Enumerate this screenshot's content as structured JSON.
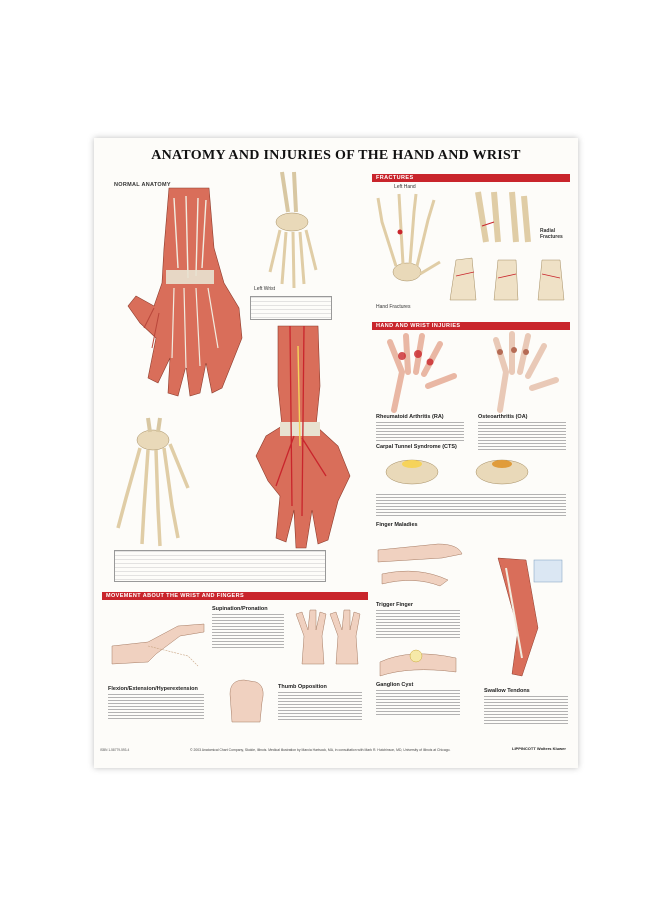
{
  "poster": {
    "title": "ANATOMY AND INJURIES OF THE HAND AND WRIST",
    "normal_anatomy": "NORMAL ANATOMY",
    "left_wrist": "Left Wrist",
    "left_hand_palmar": "Left Hand",
    "fractures_bar": "FRACTURES",
    "hand_wrist_injuries_bar": "HAND AND WRIST INJURIES",
    "movement_bar": "MOVEMENT ABOUT THE WRIST AND FINGERS",
    "radial_fractures": "Radial Fractures",
    "hand_fractures": "Hand Fractures",
    "rheumatoid_arthritis": "Rheumatoid Arthritis (RA)",
    "osteoarthritis": "Osteoarthritis (OA)",
    "carpal_tunnel": "Carpal Tunnel Syndrome (CTS)",
    "finger_maladies": "Finger Maladies",
    "trigger_finger": "Trigger Finger",
    "ganglion_cyst": "Ganglion Cyst",
    "swallow_tendon": "Swallow Tendons",
    "supination": "Supination/Pronation",
    "thumb_opposition": "Thumb Opposition",
    "flexion": "Flexion/Extension/Hyperextension",
    "copyright": "© 2003 Anatomical Chart Company, Skokie, Illinois. Medical illustration by Marcia Hartsock, MA, in consultation with Mark R. Hutchinson, MD, University of Illinois at Chicago.",
    "publisher": "LIPPINCOTT Wolters Kluwer",
    "code": "ISBN 1-58779-593-4"
  },
  "colors": {
    "accent_red": "#c9252c",
    "muscle": "#d96e5a",
    "bone": "#e9d9b9",
    "tendon": "#f1ece0"
  }
}
